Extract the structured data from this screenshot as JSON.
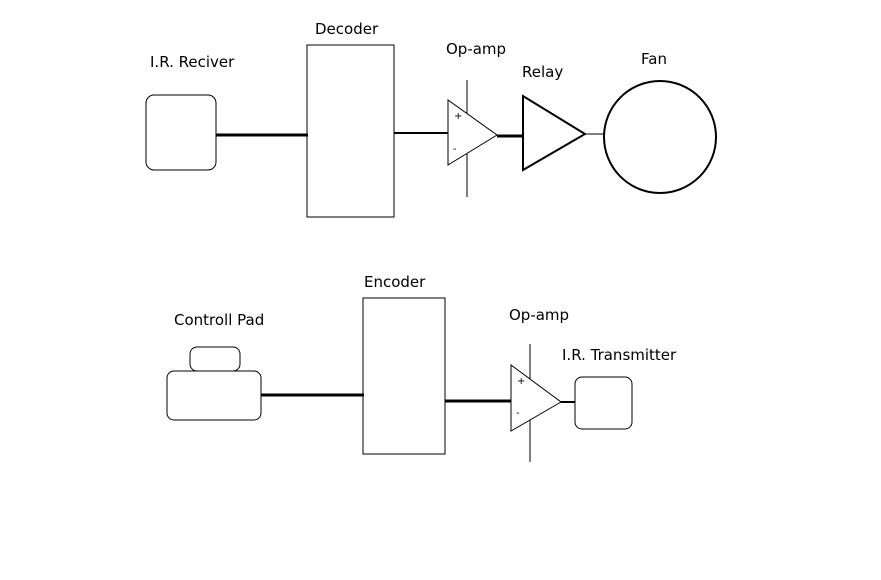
{
  "receiver_chain": {
    "ir_receiver": "I.R. Reciver",
    "decoder": "Decoder",
    "op_amp": "Op-amp",
    "op_amp_plus": "+",
    "op_amp_minus": "-",
    "relay": "Relay",
    "fan": "Fan"
  },
  "transmitter_chain": {
    "control_pad": "Controll Pad",
    "encoder": "Encoder",
    "op_amp": "Op-amp",
    "op_amp_plus": "+",
    "op_amp_minus": "-",
    "ir_transmitter": "I.R. Transmitter"
  }
}
